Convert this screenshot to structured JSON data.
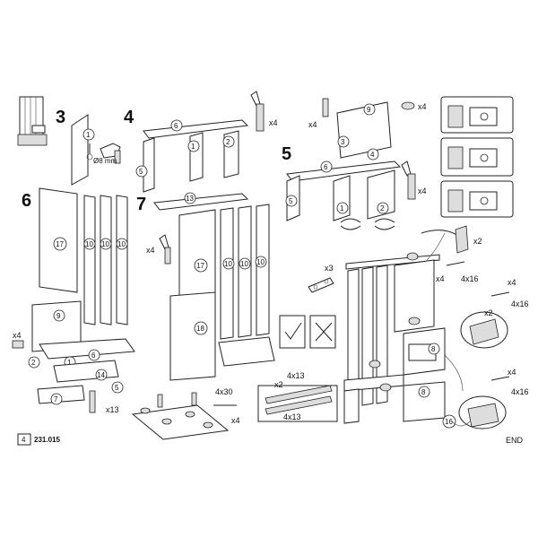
{
  "steps": {
    "s3": "3",
    "s4": "4",
    "s5": "5",
    "s6": "6",
    "s7": "7"
  },
  "parts": {
    "p1": "1",
    "p2": "2",
    "p3": "3",
    "p4": "4",
    "p5": "5",
    "p6": "6",
    "p7": "7",
    "p8": "8",
    "p9": "9",
    "p10": "10",
    "p13": "13",
    "p14": "14",
    "p16": "16",
    "p17": "17",
    "p18": "18"
  },
  "quantities": {
    "x4": "x4",
    "x13": "x13",
    "x2": "x2",
    "x3": "x3",
    "x4x30": "4x30",
    "x4x16": "4x16",
    "x4x13": "4x13"
  },
  "labels": {
    "drill": "Ø8 mm",
    "page_number": "4",
    "doc_code": "231.015",
    "end": "END"
  },
  "colors": {
    "line": "#222222",
    "fill": "#ffffff",
    "shade": "#dddddd"
  }
}
